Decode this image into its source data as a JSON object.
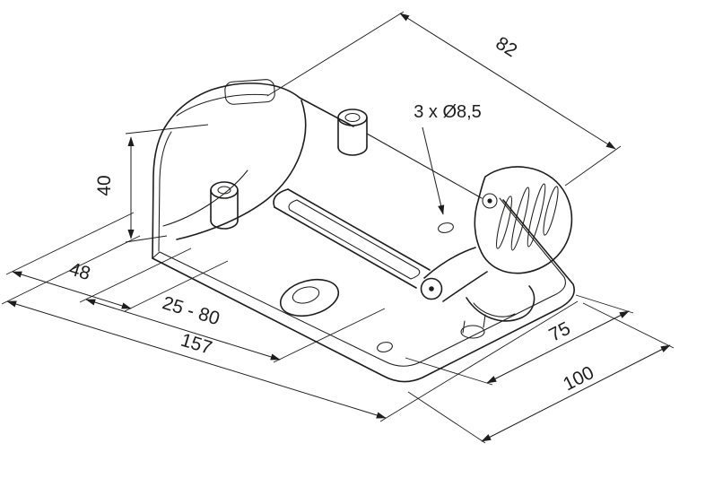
{
  "canvas": {
    "background": "#ffffff",
    "line_color": "#1d1d1b"
  },
  "dims": [
    {
      "name": "plate-width",
      "label": "82"
    },
    {
      "name": "housing-height",
      "label": "40"
    },
    {
      "name": "edge-offset",
      "label": "48"
    },
    {
      "name": "adjustment-range",
      "label": "25 - 80"
    },
    {
      "name": "overall-length",
      "label": "157"
    },
    {
      "name": "spacing-inner",
      "label": "75"
    },
    {
      "name": "spacing-outer",
      "label": "100"
    }
  ],
  "callouts": [
    {
      "name": "hole-spec",
      "label": "3 x Ø8,5"
    }
  ]
}
